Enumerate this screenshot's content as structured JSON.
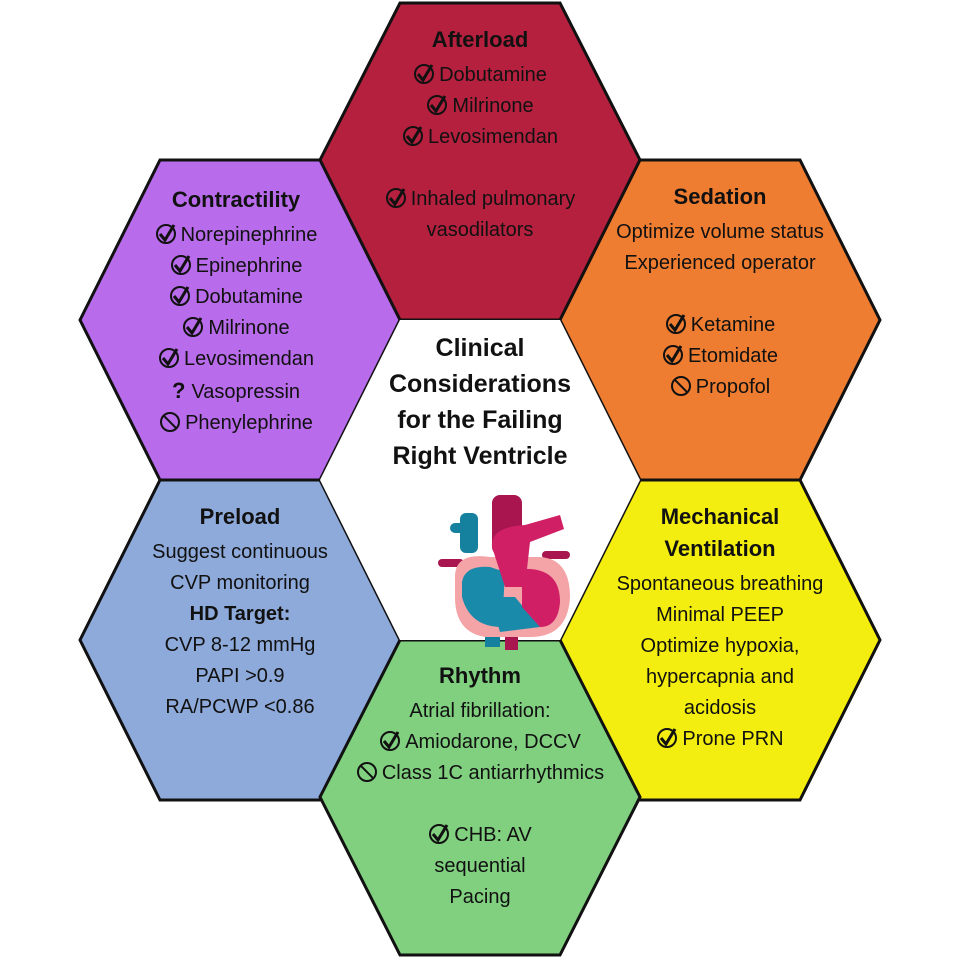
{
  "colors": {
    "afterload": "#B5203F",
    "contractility": "#B86BEA",
    "sedation": "#EE7D31",
    "preload": "#8EAADB",
    "ventilation": "#F3EE10",
    "rhythm": "#80D07F",
    "center": "#FFFFFF"
  },
  "center": {
    "lines": [
      "Clinical",
      "Considerations",
      "for the Failing",
      "Right Ventricle"
    ],
    "icon": "heart-icon"
  },
  "hexes": {
    "afterload": {
      "title": [
        "Afterload"
      ],
      "groups": [
        [
          {
            "icon": "check",
            "text": "Dobutamine"
          },
          {
            "icon": "check",
            "text": "Milrinone"
          },
          {
            "icon": "check",
            "text": "Levosimendan"
          }
        ],
        [
          {
            "icon": "check",
            "text": "Inhaled pulmonary"
          },
          {
            "icon": "",
            "text": "vasodilators"
          }
        ]
      ]
    },
    "contractility": {
      "title": [
        "Contractility"
      ],
      "groups": [
        [
          {
            "icon": "check",
            "text": "Norepinephrine"
          },
          {
            "icon": "check",
            "text": "Epinephrine"
          },
          {
            "icon": "check",
            "text": "Dobutamine"
          },
          {
            "icon": "check",
            "text": "Milrinone"
          },
          {
            "icon": "check",
            "text": "Levosimendan"
          },
          {
            "icon": "question",
            "text": "Vasopressin"
          },
          {
            "icon": "no",
            "text": "Phenylephrine"
          }
        ]
      ]
    },
    "sedation": {
      "title": [
        "Sedation"
      ],
      "groups": [
        [
          {
            "icon": "",
            "text": "Optimize volume status"
          },
          {
            "icon": "",
            "text": "Experienced operator"
          }
        ],
        [
          {
            "icon": "check",
            "text": "Ketamine"
          },
          {
            "icon": "check",
            "text": "Etomidate"
          },
          {
            "icon": "no",
            "text": "Propofol"
          }
        ]
      ]
    },
    "preload": {
      "title": [
        "Preload"
      ],
      "groups": [
        [
          {
            "icon": "",
            "text": "Suggest continuous"
          },
          {
            "icon": "",
            "text": "CVP monitoring"
          },
          {
            "icon": "",
            "text": "HD Target:",
            "bold": true
          },
          {
            "icon": "",
            "text": "CVP 8-12 mmHg"
          },
          {
            "icon": "",
            "text": "PAPI >0.9"
          },
          {
            "icon": "",
            "text": "RA/PCWP <0.86"
          }
        ]
      ]
    },
    "ventilation": {
      "title": [
        "Mechanical",
        "Ventilation"
      ],
      "groups": [
        [
          {
            "icon": "",
            "text": "Spontaneous breathing"
          },
          {
            "icon": "",
            "text": "Minimal PEEP"
          },
          {
            "icon": "",
            "text": "Optimize hypoxia,"
          },
          {
            "icon": "",
            "text": "hypercapnia and"
          },
          {
            "icon": "",
            "text": "acidosis"
          },
          {
            "icon": "check",
            "text": "Prone PRN"
          }
        ]
      ]
    },
    "rhythm": {
      "title": [
        "Rhythm"
      ],
      "groups": [
        [
          {
            "icon": "",
            "text": "Atrial fibrillation:"
          },
          {
            "icon": "check",
            "text": "Amiodarone, DCCV"
          },
          {
            "icon": "no",
            "text": "Class 1C antiarrhythmics"
          }
        ],
        [
          {
            "icon": "check",
            "text": "CHB: AV"
          },
          {
            "icon": "",
            "text": "sequential"
          },
          {
            "icon": "",
            "text": "Pacing"
          }
        ]
      ]
    }
  }
}
